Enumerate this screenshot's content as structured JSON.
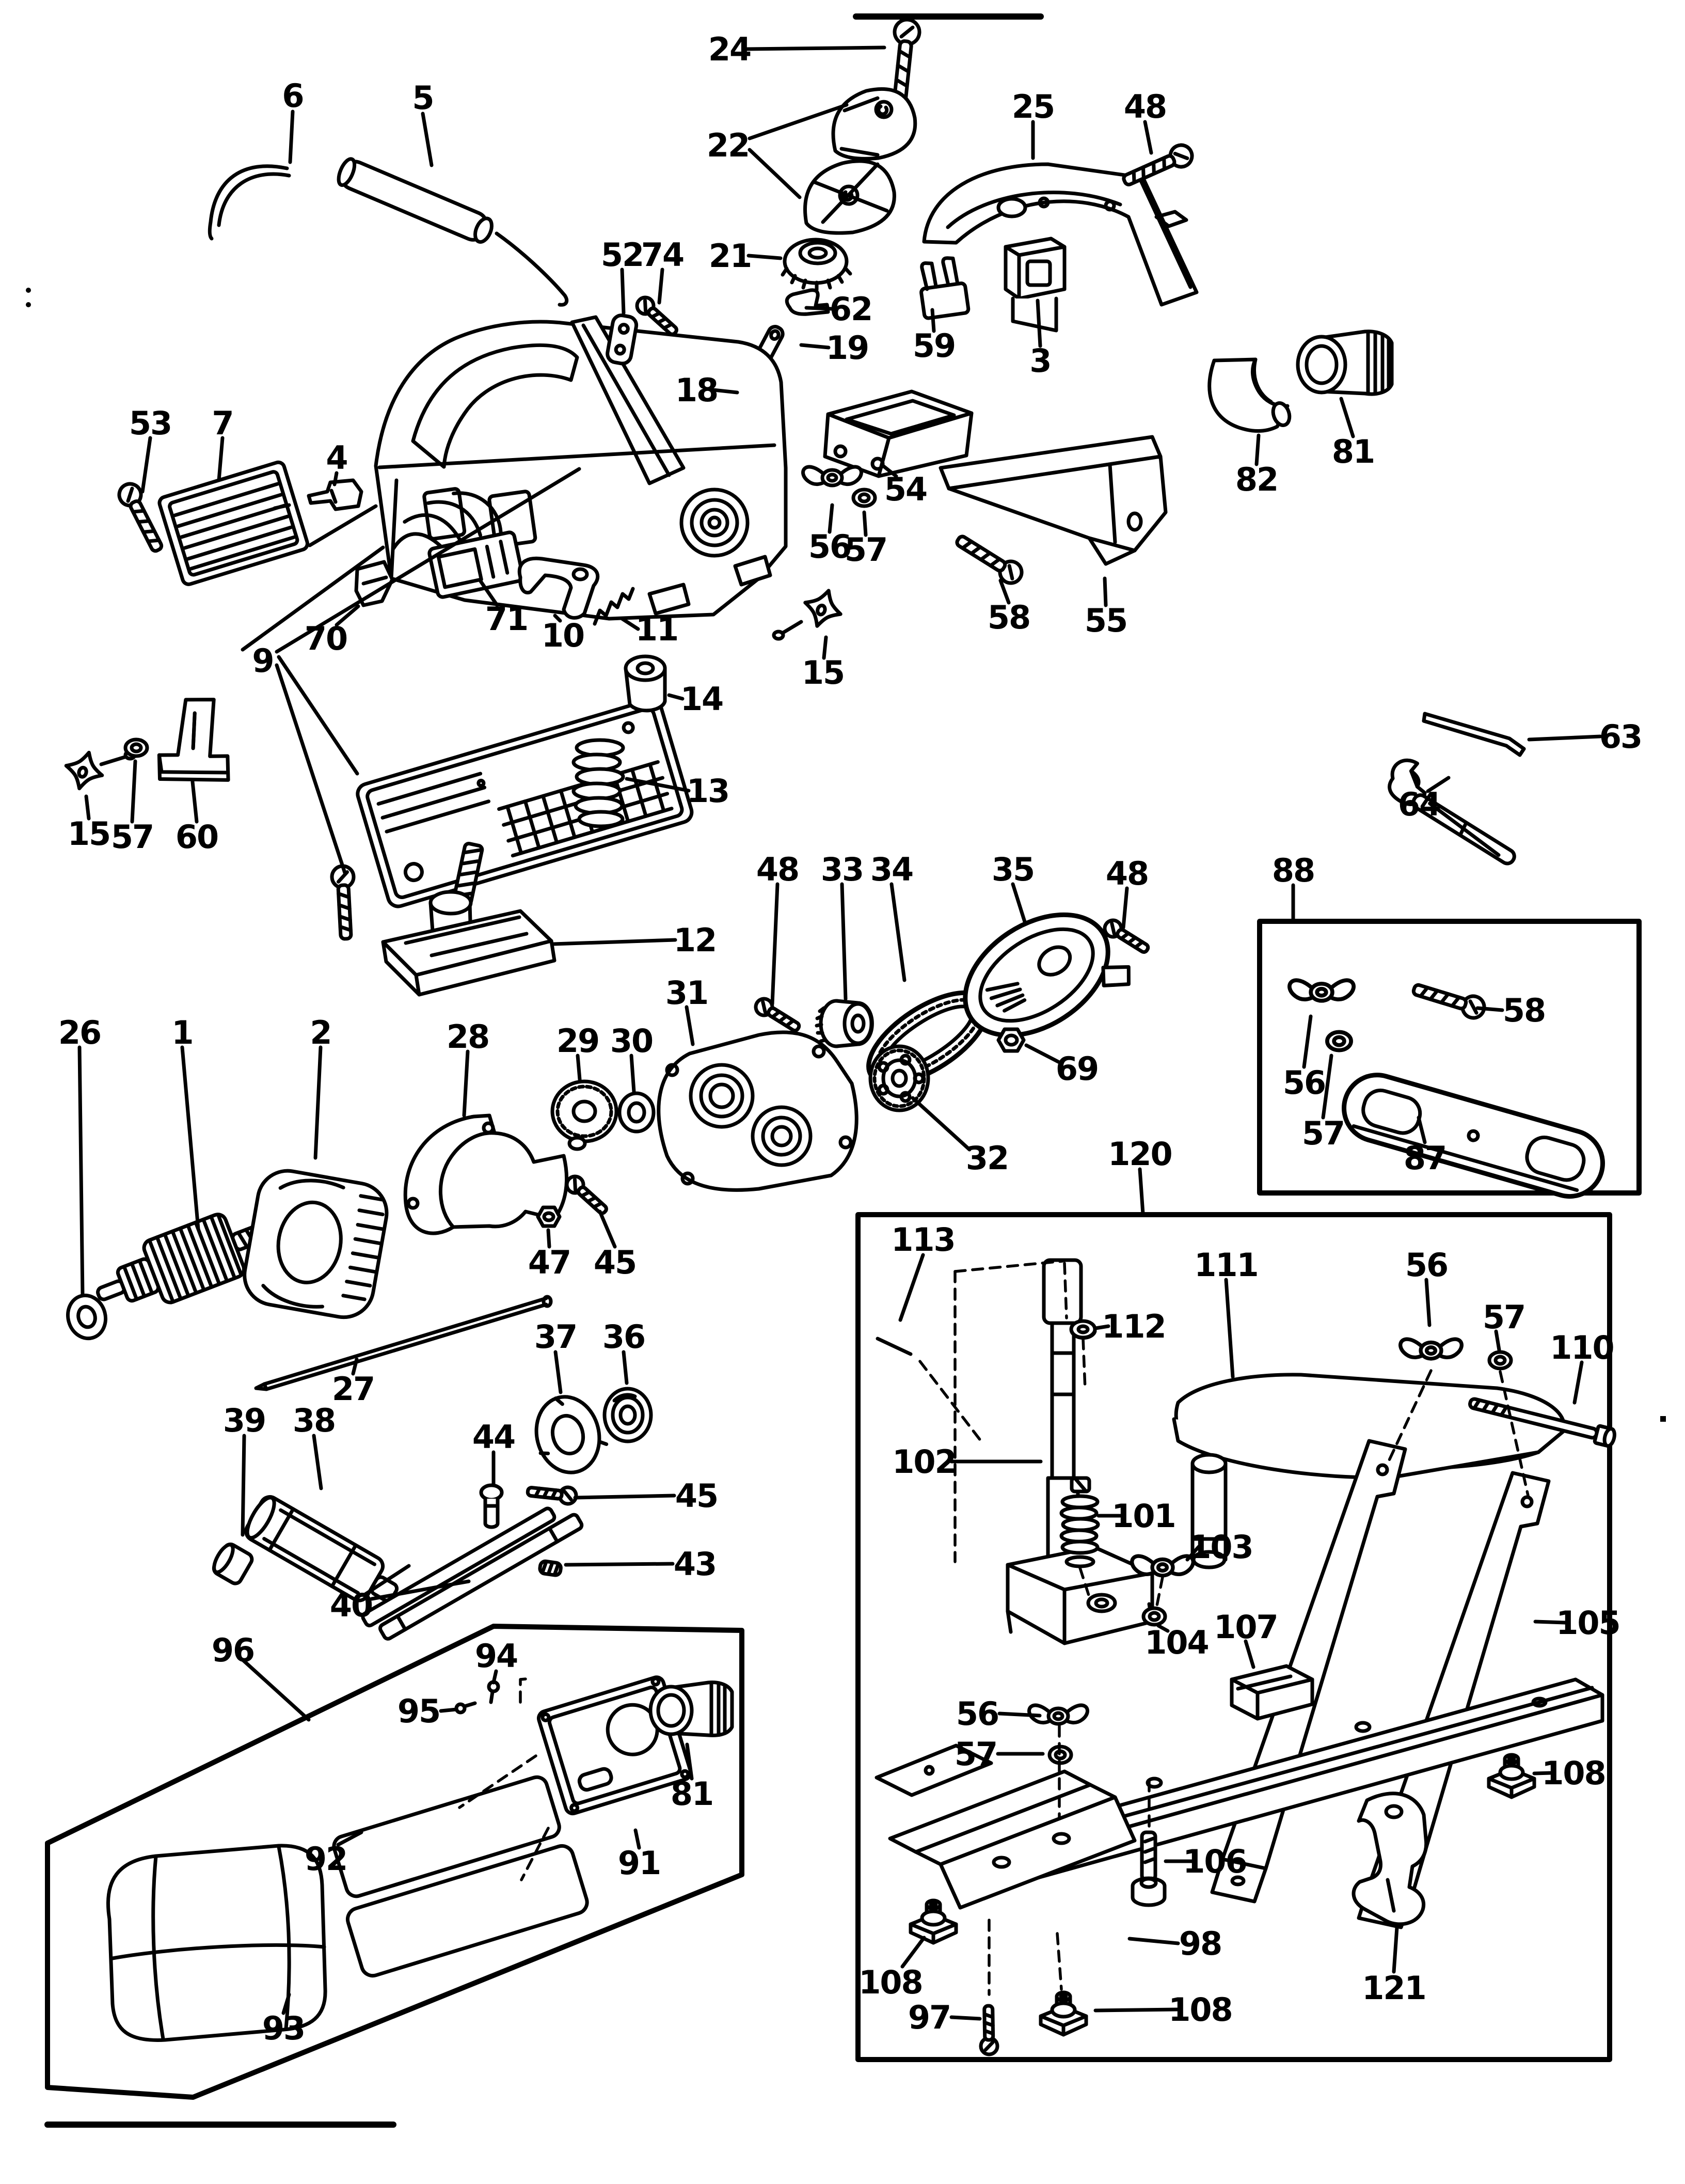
{
  "figure": {
    "kind": "exploded parts diagram (line art)",
    "paper_color": "#ffffff",
    "ink_color": "#000000",
    "inset_boxes": [
      {
        "label": "88"
      },
      {
        "label": "120"
      },
      {
        "label": "96"
      }
    ]
  },
  "labels": [
    "24",
    "22",
    "25",
    "48",
    "21",
    "62",
    "19",
    "59",
    "3",
    "18",
    "54",
    "6",
    "5",
    "52",
    "74",
    "53",
    "7",
    "4",
    "82",
    "81",
    "56",
    "57",
    "58",
    "55",
    "71",
    "10",
    "11",
    "70",
    "9",
    "15",
    "14",
    "13",
    "63",
    "64",
    "12",
    "48",
    "33",
    "34",
    "35",
    "48",
    "88",
    "31",
    "26",
    "1",
    "2",
    "28",
    "29",
    "30",
    "69",
    "58",
    "56",
    "57",
    "87",
    "32",
    "120",
    "47",
    "45",
    "27",
    "37",
    "36",
    "39",
    "38",
    "44",
    "45",
    "43",
    "40",
    "96",
    "94",
    "95",
    "102",
    "113",
    "112",
    "111",
    "56",
    "57",
    "110",
    "101",
    "103",
    "104",
    "107",
    "105",
    "56",
    "57",
    "108",
    "106",
    "98",
    "108",
    "97",
    "108",
    "121",
    "92",
    "91",
    "93",
    "81",
    "15",
    "57",
    "60"
  ]
}
